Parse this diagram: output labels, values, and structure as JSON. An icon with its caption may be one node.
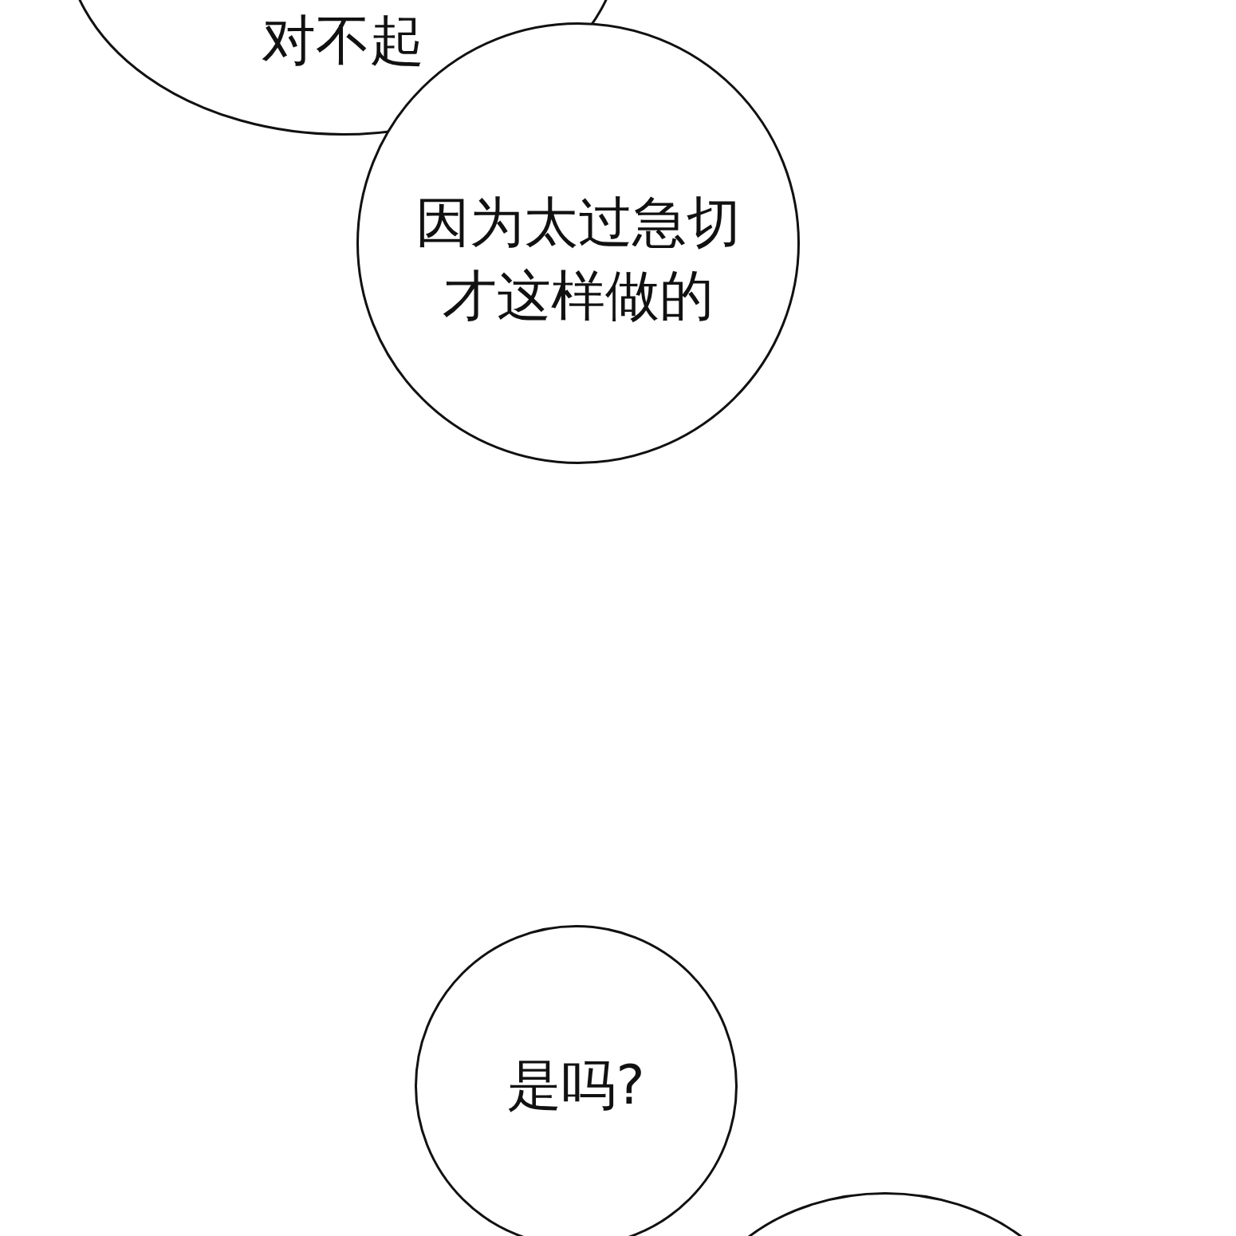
{
  "diagram": {
    "nodes": [
      {
        "text": [
          "对不起"
        ]
      },
      {
        "text": [
          "因为太过急切才这样做的"
        ]
      },
      {
        "text": [
          "是吗?"
        ]
      },
      {
        "text": [],
        "shape": "circle"
      }
    ]
  }
}
